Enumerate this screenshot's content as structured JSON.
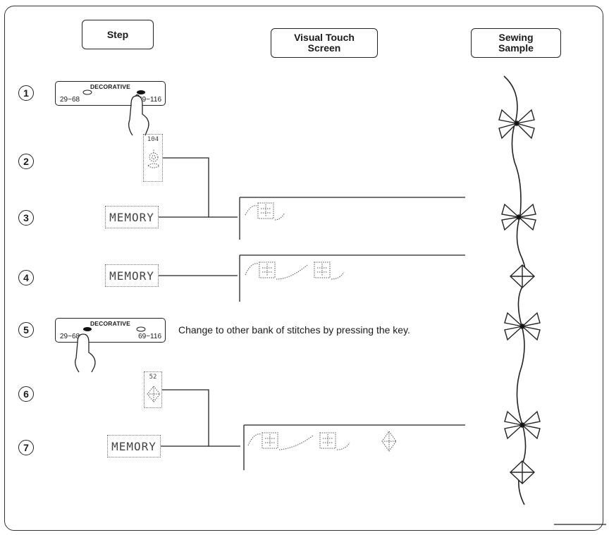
{
  "headers": {
    "step": "Step",
    "screen_line1": "Visual Touch",
    "screen_line2": "Screen",
    "sample_line1": "Sewing",
    "sample_line2": "Sample"
  },
  "step_numbers": [
    "1",
    "2",
    "3",
    "4",
    "5",
    "6",
    "7"
  ],
  "decorative_panel": {
    "title": "DECORATIVE",
    "range_low": "29~68",
    "range_high": "69~116"
  },
  "pattern_keys": {
    "step2": "104",
    "step6": "52"
  },
  "memory_key_label": "MEMORY",
  "step5_note": "Change to other bank of stitches by pressing the key."
}
